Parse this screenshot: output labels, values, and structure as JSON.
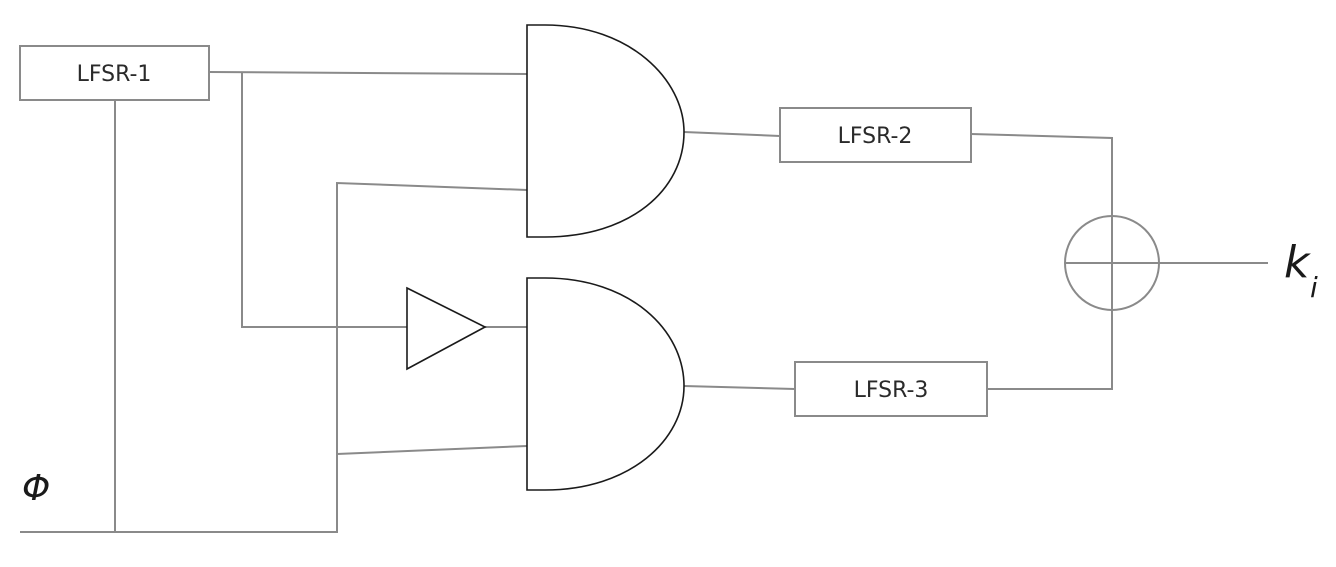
{
  "registers": {
    "lfsr1": "LFSR-1",
    "lfsr2": "LFSR-2",
    "lfsr3": "LFSR-3"
  },
  "symbols": {
    "clock": "Φ",
    "output_base": "k",
    "output_subscript": "i"
  },
  "colors": {
    "wire": "#8a8a8a",
    "gate_outline": "#1a1a1a",
    "text": "#2a2a2a"
  }
}
